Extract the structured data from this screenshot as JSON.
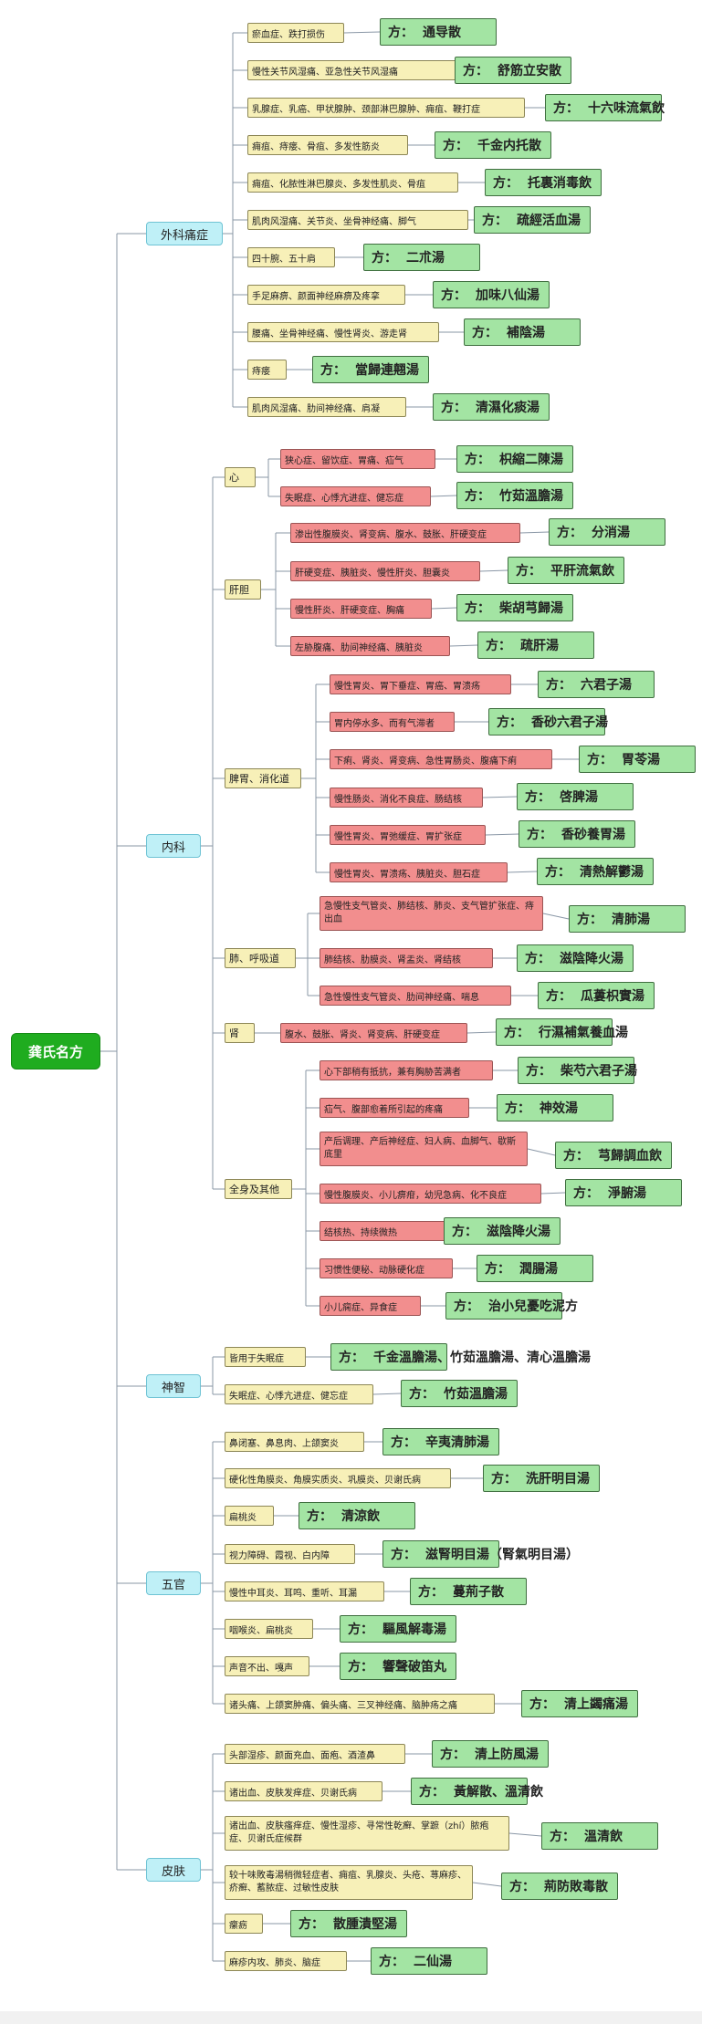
{
  "root": {
    "label": "龚氏名方"
  },
  "rx_prefix": "方：",
  "categories": [
    {
      "id": "waike",
      "label": "外科痛症",
      "items": [
        {
          "symptom": "瘀血症、跌打损伤",
          "rx": "通导散"
        },
        {
          "symptom": "慢性关节风湿痛、亚急性关节风湿痛",
          "rx": "舒筋立安散"
        },
        {
          "symptom": "乳腺症、乳癌、甲状腺肿、颈部淋巴腺肿、痈疽、鞭打症",
          "rx": "十六味流氣飲"
        },
        {
          "symptom": "痈疽、痔瘘、骨疽、多发性筋炎",
          "rx": "千金内托散"
        },
        {
          "symptom": "痈疽、化脓性淋巴腺炎、多发性肌炎、骨疽",
          "rx": "托裏消毒飲"
        },
        {
          "symptom": "肌肉风湿痛、关节炎、坐骨神经痛、脚气",
          "rx": "疏經活血湯"
        },
        {
          "symptom": "四十腕、五十肩",
          "rx": "二朮湯"
        },
        {
          "symptom": "手足麻痹、颜面神经麻痹及疼挛",
          "rx": "加味八仙湯"
        },
        {
          "symptom": "腰痛、坐骨神经痛、慢性肾炎、游走肾",
          "rx": "補陰湯"
        },
        {
          "symptom": "痔瘘",
          "rx": "當歸連翹湯"
        },
        {
          "symptom": "肌肉风湿痛、肋间神经痛、肩凝",
          "rx": "清濕化痰湯"
        }
      ]
    },
    {
      "id": "neike",
      "label": "内科",
      "groups": [
        {
          "label": "心",
          "items": [
            {
              "symptom": "狭心症、留饮症、胃痛、疝气",
              "rx": "枳縮二陳湯"
            },
            {
              "symptom": "失眠症、心悸亢进症、健忘症",
              "rx": "竹茹溫膽湯"
            }
          ]
        },
        {
          "label": "肝胆",
          "items": [
            {
              "symptom": "渗出性腹膜炎、肾变病、腹水、鼓胀、肝硬变症",
              "rx": "分消湯"
            },
            {
              "symptom": "肝硬变症、胰脏炎、慢性肝炎、胆囊炎",
              "rx": "平肝流氣飲"
            },
            {
              "symptom": "慢性肝炎、肝硬变症、胸痛",
              "rx": "柴胡芎歸湯"
            },
            {
              "symptom": "左胁腹痛、肋间神经痛、胰脏炎",
              "rx": "疏肝湯"
            }
          ]
        },
        {
          "label": "脾胃、消化道",
          "items": [
            {
              "symptom": "慢性胃炎、胃下垂症、胃癌、胃溃疡",
              "rx": "六君子湯"
            },
            {
              "symptom": "胃内停水多、而有气滞者",
              "rx": "香砂六君子湯"
            },
            {
              "symptom": "下痢、肾炎、肾变病、急性胃肠炎、腹痛下痢",
              "rx": "胃苓湯"
            },
            {
              "symptom": "慢性肠炎、消化不良症、肠结核",
              "rx": "啓脾湯"
            },
            {
              "symptom": "慢性胃炎、胃弛缓症、胃扩张症",
              "rx": "香砂養胃湯"
            },
            {
              "symptom": "慢性胃炎、胃溃疡、胰脏炎、胆石症",
              "rx": "清熱解鬱湯"
            }
          ]
        },
        {
          "label": "肺、呼吸道",
          "items": [
            {
              "symptom": "急慢性支气管炎、肺结核、肺炎、支气管扩张症、痔出血",
              "rx": "清肺湯"
            },
            {
              "symptom": "肺结核、肋膜炎、肾盂炎、肾结核",
              "rx": "滋陰降火湯"
            },
            {
              "symptom": "急性慢性支气管炎、肋间神经痛、喘息",
              "rx": "瓜蔞枳實湯"
            }
          ]
        },
        {
          "label": "肾",
          "items": [
            {
              "symptom": "腹水、鼓胀、肾炎、肾变病、肝硬变症",
              "rx": "行濕補氣養血湯"
            }
          ]
        },
        {
          "label": "全身及其他",
          "items": [
            {
              "symptom": "心下部稍有抵抗，兼有胸胁苦满者",
              "rx": "柴芍六君子湯"
            },
            {
              "symptom": "疝气、腹部愈着所引起的疼痛",
              "rx": "神效湯"
            },
            {
              "symptom": "产后调理、产后神经症、妇人病、血脚气、歇斯底里",
              "rx": "芎歸調血飲"
            },
            {
              "symptom": "慢性腹膜炎、小儿痹疳，幼児急病、化不良症",
              "rx": "淨腑湯"
            },
            {
              "symptom": "结核热、持续微热",
              "rx": "滋陰降火湯"
            },
            {
              "symptom": "习惯性便秘、动脉硬化症",
              "rx": "潤腸湯"
            },
            {
              "symptom": "小儿痫症、异食症",
              "rx": "治小兒憂吃泥方"
            }
          ]
        }
      ]
    },
    {
      "id": "shenzhi",
      "label": "神智",
      "items": [
        {
          "symptom": "皆用于失眠症",
          "rx": "千金溫膽湯、竹茹溫膽湯、清心溫膽湯"
        },
        {
          "symptom": "失眠症、心悸亢进症、健忘症",
          "rx": "竹茹溫膽湯"
        }
      ]
    },
    {
      "id": "wuguan",
      "label": "五官",
      "items": [
        {
          "symptom": "鼻闭塞、鼻息肉、上颌窦炎",
          "rx": "辛夷清肺湯"
        },
        {
          "symptom": "硬化性角膜炎、角膜实质炎、巩膜炎、贝谢氏病",
          "rx": "洗肝明目湯"
        },
        {
          "symptom": "扁桃炎",
          "rx": "清涼飲"
        },
        {
          "symptom": "视力障碍、霞视、白内障",
          "rx": "滋腎明目湯（腎氣明目湯）"
        },
        {
          "symptom": "慢性中耳炎、耳鸣、重听、耳漏",
          "rx": "蔓荊子散"
        },
        {
          "symptom": "咽喉炎、扁桃炎",
          "rx": "驅風解毒湯"
        },
        {
          "symptom": "声音不出、嘎声",
          "rx": "響聲破笛丸"
        },
        {
          "symptom": "诸头痛、上颌窦肿痛、偏头痛、三叉神经痛、脑肿疡之痛",
          "rx": "清上蠲痛湯"
        }
      ]
    },
    {
      "id": "pifu",
      "label": "皮肤",
      "items": [
        {
          "symptom": "头部湿疹、颜面充血、面疱、酒渣鼻",
          "rx": "清上防風湯"
        },
        {
          "symptom": "诸出血、皮肤发痒症、贝谢氏病",
          "rx": "黃解散、溫清飲"
        },
        {
          "symptom": "诸出血、皮肤瘙痒症、慢性湿疹、寻常性乾癣、掌蹠（zhí）脓疱症、贝谢氏症候群",
          "rx": "溫清飲"
        },
        {
          "symptom": "较十味敗毒湯稍微轻症者、痈疽、乳腺炎、头疮、荨麻疹、疥癣、蓄脓症、过敏性皮肤",
          "rx": "荊防敗毒散"
        },
        {
          "symptom": "瘰疬",
          "rx": "散腫潰堅湯"
        },
        {
          "symptom": "麻疹内攻、肺炎、脑症",
          "rx": "二仙湯"
        }
      ]
    }
  ]
}
